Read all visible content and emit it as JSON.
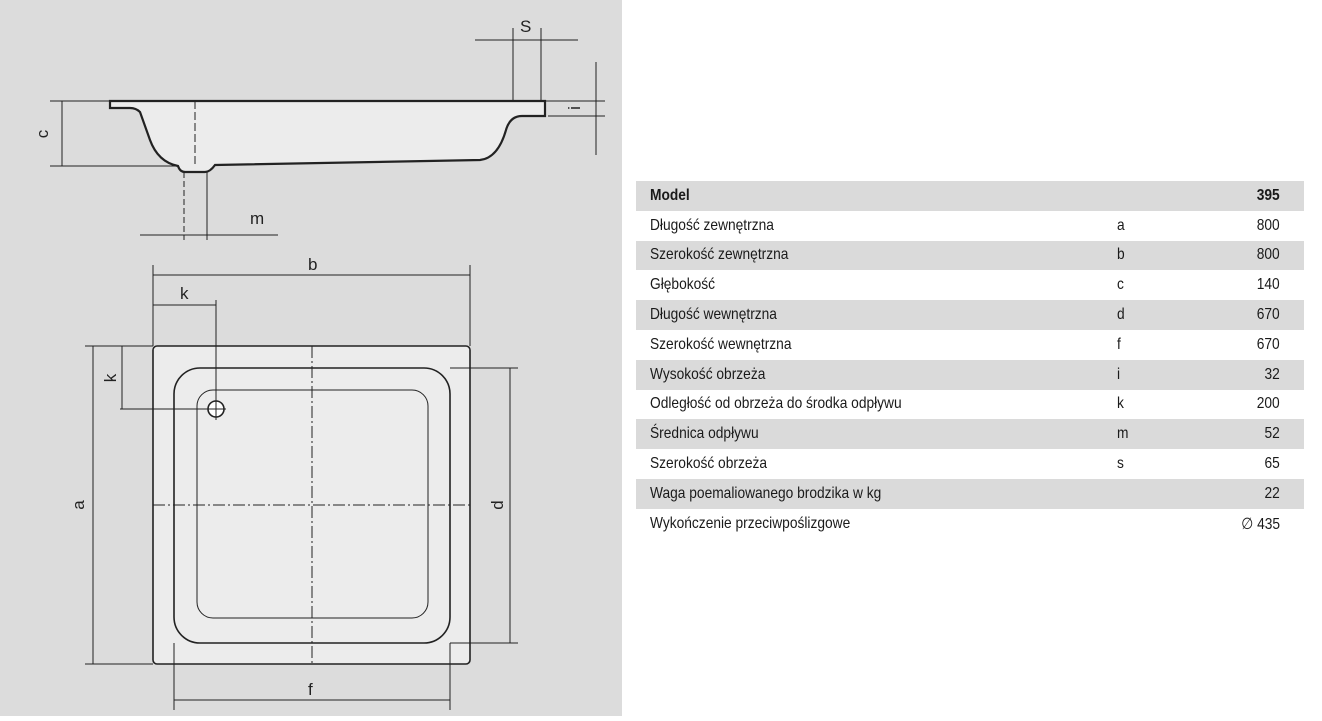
{
  "drawing": {
    "labels": {
      "s": "S",
      "i": "i",
      "c": "c",
      "m": "m",
      "b": "b",
      "k_top": "k",
      "k_side": "k",
      "a": "a",
      "d": "d",
      "f": "f"
    }
  },
  "table": {
    "header": {
      "name": "Model",
      "value": "395"
    },
    "rows": [
      {
        "name": "Długość zewnętrzna",
        "symbol": "a",
        "value": "800"
      },
      {
        "name": "Szerokość zewnętrzna",
        "symbol": "b",
        "value": "800"
      },
      {
        "name": "Głębokość",
        "symbol": "c",
        "value": "140"
      },
      {
        "name": "Długość wewnętrzna",
        "symbol": "d",
        "value": "670"
      },
      {
        "name": "Szerokość wewnętrzna",
        "symbol": "f",
        "value": "670"
      },
      {
        "name": "Wysokość obrzeża",
        "symbol": "i",
        "value": "32"
      },
      {
        "name": "Odległość od obrzeża do środka odpływu",
        "symbol": "k",
        "value": "200"
      },
      {
        "name": "Średnica odpływu",
        "symbol": "m",
        "value": "52"
      },
      {
        "name": "Szerokość obrzeża",
        "symbol": "s",
        "value": "65"
      },
      {
        "name": "Waga poemaliowanego brodzika w kg",
        "symbol": "",
        "value": "22"
      },
      {
        "name": "Wykończenie przeciwpoślizgowe",
        "symbol": "",
        "value": "∅ 435"
      }
    ]
  }
}
